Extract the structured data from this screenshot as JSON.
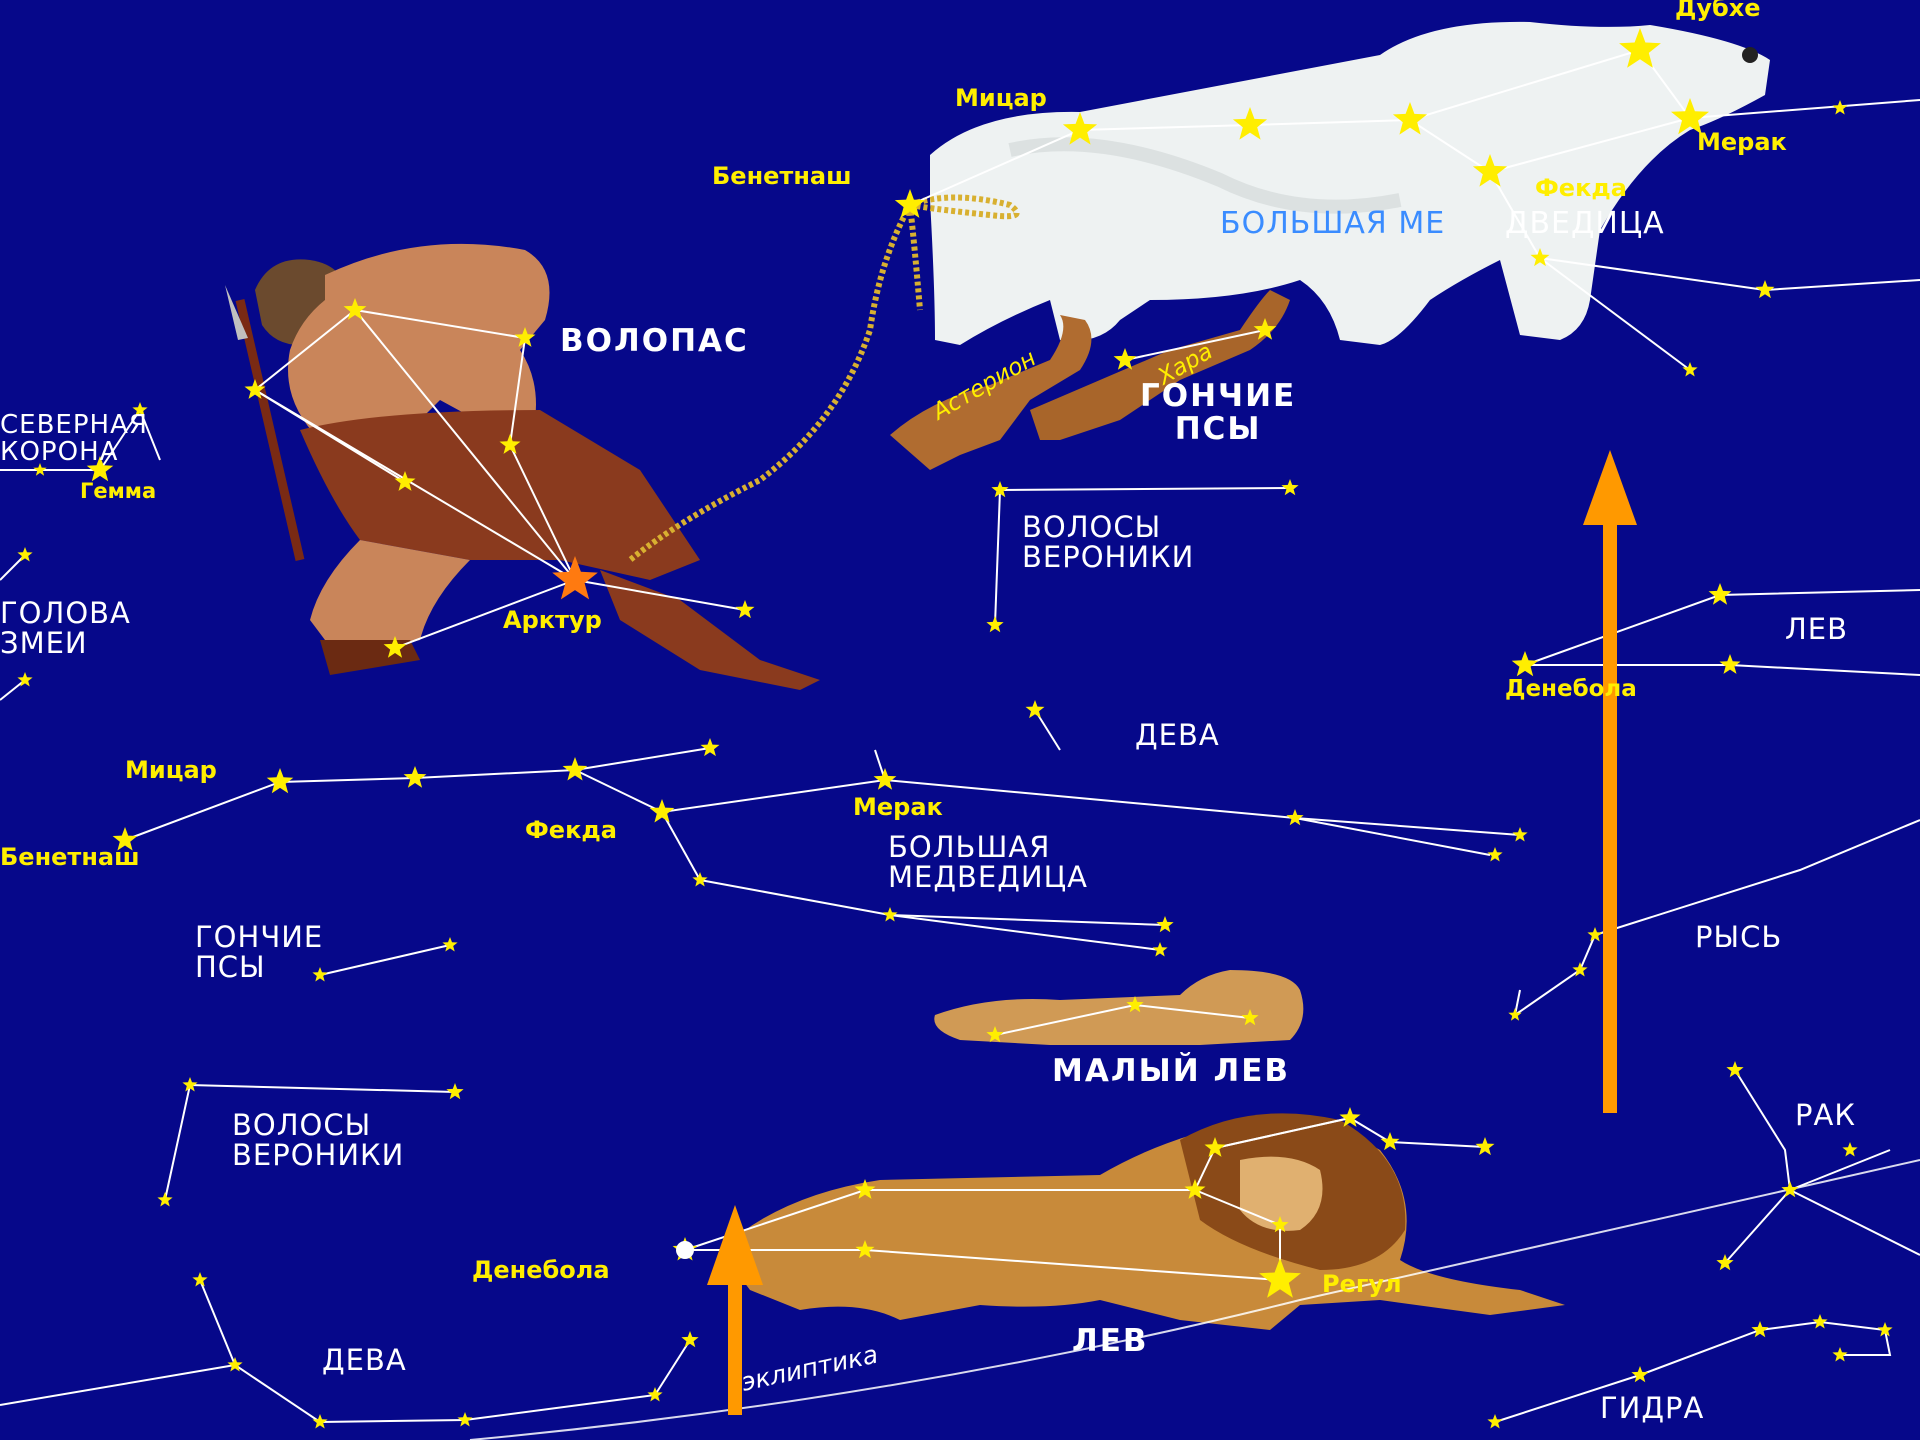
{
  "map": {
    "background": "#06088a",
    "line_color": "#ffffff",
    "star_color": "#ffee00",
    "arrow_color": "#ff9900",
    "constellation_labels": {
      "bolshaya_top_a": "БОЛЬШАЯ МЕ",
      "bolshaya_top_b": "ДВЕДИЦА",
      "volopas": "ВОЛОПАС",
      "gonchie_top": "ГОНЧИЕ\nПСЫ",
      "severnaya_korona": "СЕВЕРНАЯ\nКОРОНА",
      "golova_zmei": "ГОЛОВА\nЗМЕИ",
      "volosy_top": "ВОЛОСЫ\nВЕРОНИКИ",
      "lev_right": "ЛЕВ",
      "deva_mid": "ДЕВА",
      "bolshaya_mid": "БОЛЬШАЯ\nМЕДВЕДИЦА",
      "gonchie_mid": "ГОНЧИЕ\nПСЫ",
      "rys": "РЫСЬ",
      "maly_lev": "МАЛЫЙ ЛЕВ",
      "volosy_bottom": "ВОЛОСЫ\nВЕРОНИКИ",
      "rak": "РАК",
      "deva_bottom": "ДЕВА",
      "lev_bottom": "ЛЕВ",
      "gidra": "ГИДРА"
    },
    "star_labels": {
      "dubhe": "Дубхе",
      "mizar_top": "Мицар",
      "merak_top": "Мерак",
      "benetnash_top": "Бенетнаш",
      "fekda_top": "Фекда",
      "asterion": "Астерион",
      "hara": "Хара",
      "gemma": "Гемма",
      "arktur": "Арктур",
      "denebola_right": "Денебола",
      "mizar_mid": "Мицар",
      "benetnash_mid": "Бенетнаш",
      "fekda_mid": "Фекда",
      "merak_mid": "Мерак",
      "denebola_bottom": "Денебола",
      "regul": "Регул"
    },
    "ecliptic_label": "эклиптика",
    "figures": [
      "polar-bear",
      "herdsman-figure",
      "hunting-dogs",
      "lion-cub",
      "lion"
    ],
    "icons": [
      "star-icon",
      "arrow-up-icon"
    ]
  }
}
